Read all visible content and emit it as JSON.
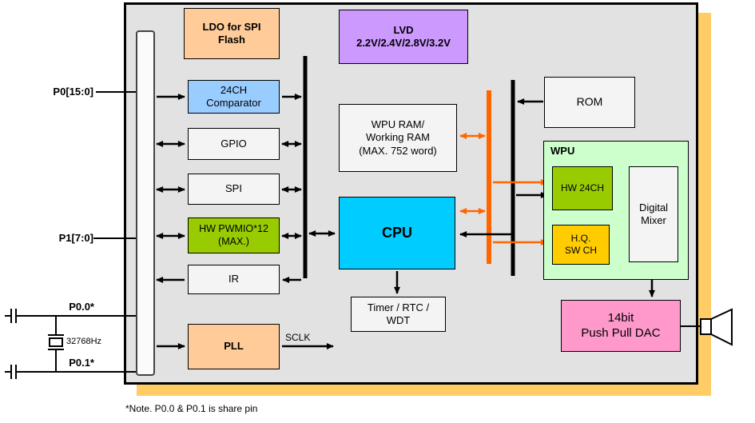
{
  "colors": {
    "shadow": "#FFCC66",
    "panel": "#E2E2E2",
    "gray": "#F4F4F4",
    "ldo": "#FFCC99",
    "lvd": "#CC99FF",
    "cmp": "#99CCFF",
    "green": "#99CC00",
    "yellow": "#FFCC00",
    "cpu": "#00CCFF",
    "wpu": "#CCFFCC",
    "dac": "#FF99CC",
    "orange": "#FF6600"
  },
  "blocks": {
    "ldo": "LDO for SPI\nFlash",
    "lvd": "LVD\n2.2V/2.4V/2.8V/3.2V",
    "comparator": "24CH\nComparator",
    "gpio": "GPIO",
    "spi": "SPI",
    "pwmio": "HW PWMIO*12\n(MAX.)",
    "ir": "IR",
    "pll": "PLL",
    "wpu_ram": "WPU RAM/\nWorking RAM\n(MAX. 752 word)",
    "cpu": "CPU",
    "timer": "Timer / RTC /\nWDT",
    "rom": "ROM",
    "wpu": "WPU",
    "hw_24ch": "HW 24CH",
    "hq_sw_ch": "H.Q.\nSW CH",
    "digital_mixer": "Digital\nMixer",
    "dac": "14bit\nPush Pull DAC"
  },
  "pins": {
    "p0": "P0[15:0]",
    "p1": "P1[7:0]",
    "p0_0": "P0.0*",
    "p0_1": "P0.1*"
  },
  "labels": {
    "sclk": "SCLK",
    "crystal": "32768Hz",
    "note": "*Note. P0.0 & P0.1 is share pin"
  }
}
